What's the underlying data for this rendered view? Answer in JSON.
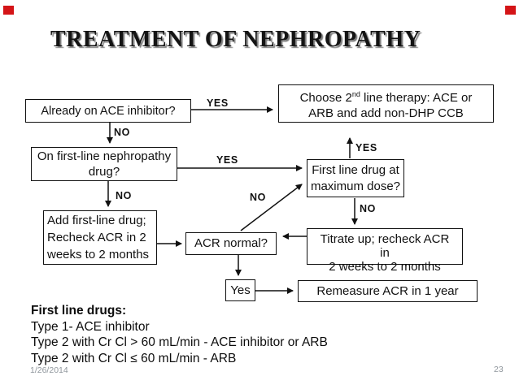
{
  "slide": {
    "title": "TREATMENT OF NEPHROPATHY",
    "footer": {
      "date": "1/26/2014",
      "page": "23"
    },
    "corner_color": "#d41417"
  },
  "flowchart": {
    "boxes": {
      "already": {
        "text": "Already on ACE inhibitor?"
      },
      "choose": {
        "line1_pre": "Choose 2",
        "line1_sup": "nd",
        "line1_post": " line therapy:  ACE or",
        "line2": "ARB and add non-DHP CCB"
      },
      "firstline_q": {
        "line1": "On first-line nephropathy",
        "line2": "drug?"
      },
      "max_dose": {
        "line1": "First line drug at",
        "line2": "maximum dose?"
      },
      "add_drug": {
        "line1": "Add first-line drug;",
        "line2": "Recheck ACR in 2",
        "line3": "weeks to 2 months"
      },
      "acr_normal": {
        "text": "ACR normal?"
      },
      "titrate": {
        "line1": "Titrate up; recheck ACR",
        "line2": "in",
        "line3": "2 weeks to 2 months"
      },
      "yes": {
        "text": "Yes"
      },
      "remeasure": {
        "text": "Remeasure ACR in 1 year"
      }
    },
    "labels": {
      "yes1": "YES",
      "no1": "NO",
      "yes2": "YES",
      "yes3": "YES",
      "no_diag": "NO",
      "no2": "NO",
      "no3": "NO"
    }
  },
  "notes": {
    "heading": "First line drugs:",
    "line1": "Type 1- ACE inhibitor",
    "line2": "Type 2 with Cr Cl > 60 mL/min - ACE inhibitor or ARB",
    "line3": "Type 2 with Cr Cl ≤ 60 mL/min - ARB"
  }
}
